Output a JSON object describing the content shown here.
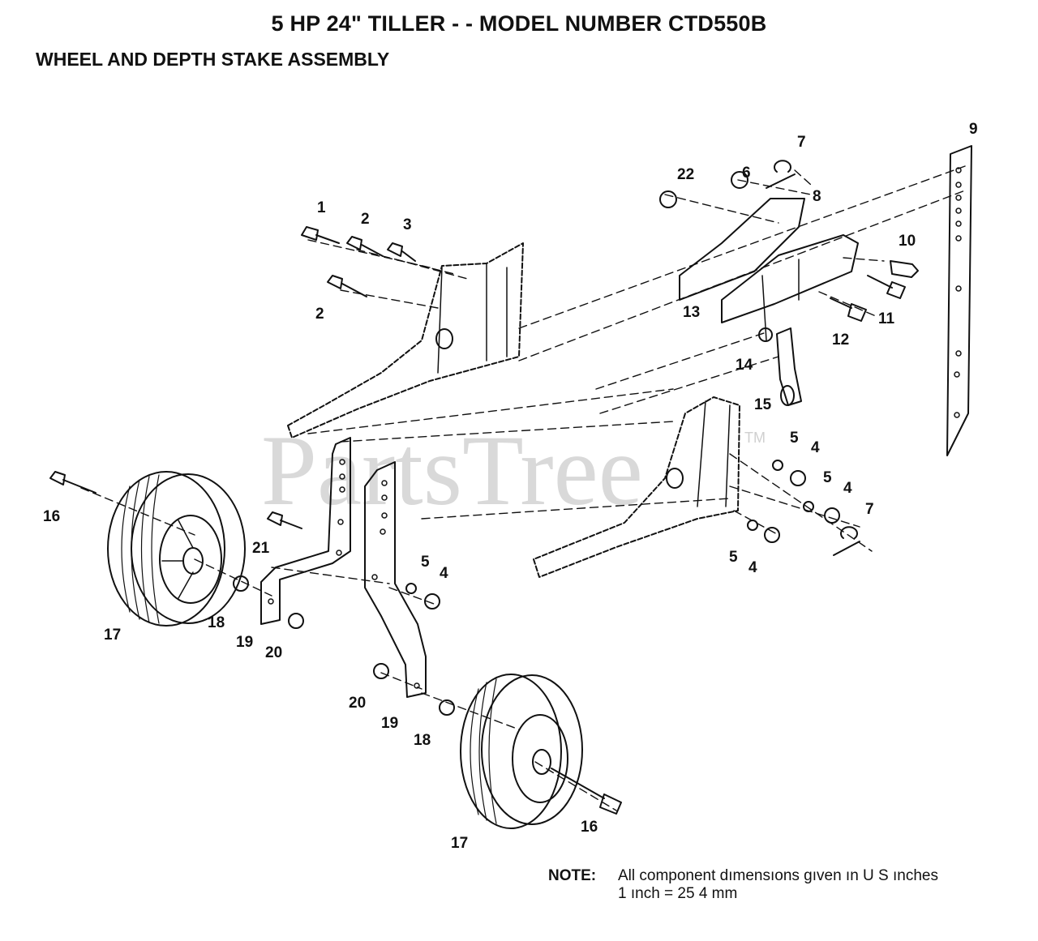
{
  "title": "5 HP 24\" TILLER - - MODEL NUMBER CTD550B",
  "subtitle": "WHEEL AND DEPTH STAKE ASSEMBLY",
  "watermark": {
    "text": "PartsTree",
    "tm": "TM"
  },
  "callouts": {
    "c1": "1",
    "c2a": "2",
    "c2b": "2",
    "c3": "3",
    "c4a": "4",
    "c4b": "4",
    "c4c": "4",
    "c4d": "4",
    "c5a": "5",
    "c5b": "5",
    "c5c": "5",
    "c5d": "5",
    "c6": "6",
    "c7a": "7",
    "c7b": "7",
    "c8": "8",
    "c9": "9",
    "c10": "10",
    "c11": "11",
    "c12": "12",
    "c13": "13",
    "c14": "14",
    "c15": "15",
    "c16a": "16",
    "c16b": "16",
    "c17a": "17",
    "c17b": "17",
    "c18a": "18",
    "c18b": "18",
    "c19a": "19",
    "c19b": "19",
    "c20a": "20",
    "c20b": "20",
    "c21": "21",
    "c22": "22"
  },
  "note": {
    "label": "NOTE:",
    "line1": "All component dımensıons gıven ın U S  ınches",
    "line2": "1 ınch = 25 4 mm"
  }
}
